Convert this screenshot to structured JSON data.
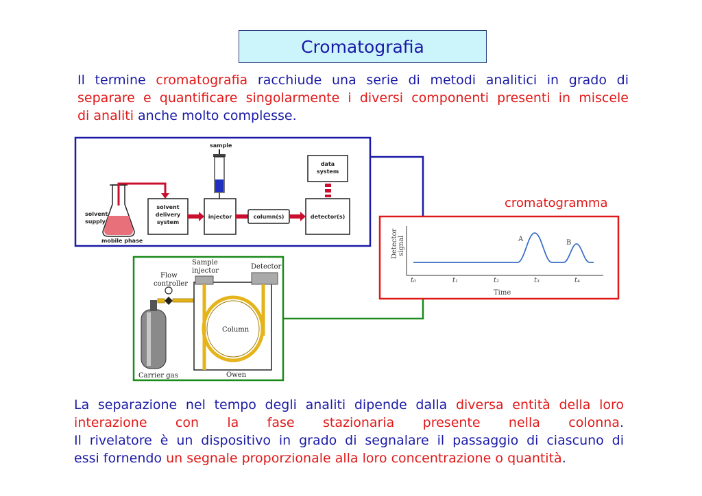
{
  "slide": {
    "title": "Cromatografia",
    "intro": [
      [
        {
          "t": "Il termine ",
          "c": "blue"
        },
        {
          "t": "cromatografia",
          "c": "red"
        },
        {
          "t": " racchiude una serie di metodi analitici in grado di",
          "c": "blue"
        }
      ],
      [
        {
          "t": "separare e quantificare singolarmente i diversi componenti presenti in miscele",
          "c": "red"
        }
      ],
      [
        {
          "t": "di analiti",
          "c": "red"
        },
        {
          "t": " anche molto complesse.",
          "c": "blue"
        }
      ]
    ],
    "outro": [
      [
        {
          "t": "La separazione nel tempo degli analiti dipende dalla ",
          "c": "blue"
        },
        {
          "t": "diversa entità della loro",
          "c": "red"
        }
      ],
      [
        {
          "t": "interazione con la fase stazionaria presente nella colonna",
          "c": "red"
        },
        {
          "t": ".",
          "c": "blue"
        }
      ],
      [
        {
          "t": "Il rivelatore è un dispositivo in grado di segnalare il passaggio di ciascuno di",
          "c": "blue"
        }
      ],
      [
        {
          "t": "essi fornendo ",
          "c": "blue"
        },
        {
          "t": "un segnale proporzionale alla loro concentrazione o quantità",
          "c": "red"
        },
        {
          "t": ".",
          "c": "blue"
        }
      ]
    ],
    "chromatogram_label": "cromatogramma"
  },
  "hplc_diagram": {
    "sample": "sample",
    "data_system": [
      "data",
      "system"
    ],
    "solvent_supply": [
      "solvent",
      "supply"
    ],
    "mobile_phase": "mobile phase",
    "solvent_delivery_system": [
      "solvent",
      "delivery",
      "system"
    ],
    "injector": "injector",
    "column": "column(s)",
    "detector": "detector(s)"
  },
  "gc_diagram": {
    "sample_injector": [
      "Sample",
      "injector"
    ],
    "detector": "Detector",
    "flow_controller": [
      "Flow",
      "controller"
    ],
    "column": "Column",
    "carrier_gas": "Carrier gas",
    "oven": "Owen"
  },
  "chromatogram": {
    "ylabel": [
      "Detector",
      "signal"
    ],
    "xlabel": "Time",
    "peak_a": "A",
    "peak_b": "B",
    "ticks": [
      "t₀",
      "t₁",
      "t₂",
      "t₃",
      "t₄"
    ]
  },
  "colors": {
    "blue": "#1a1aa6",
    "red": "#e01818",
    "green": "#1a8a1a",
    "hplc_red": "#c8102e"
  }
}
